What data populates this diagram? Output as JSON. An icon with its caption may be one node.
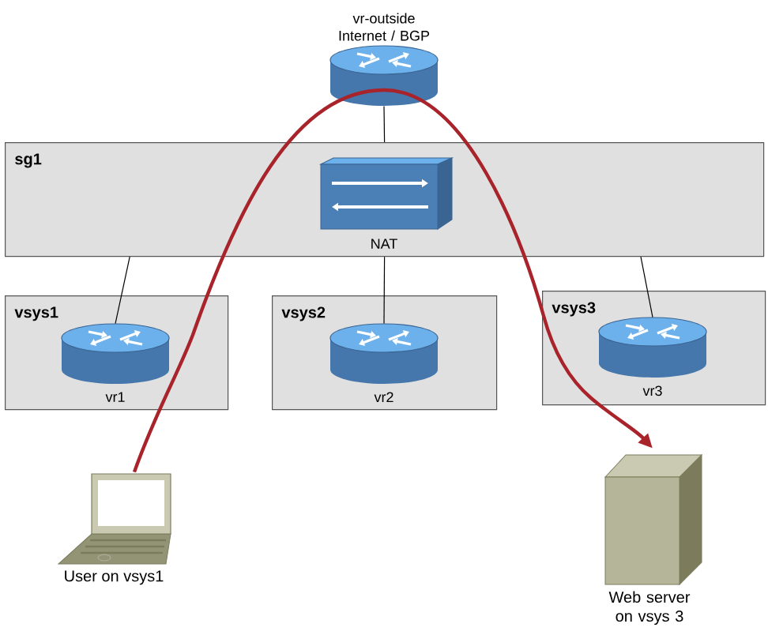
{
  "diagram": {
    "nodes": [
      {
        "text": [
          "vr-outside Internet / BGP"
        ]
      },
      {
        "text": [
          "sg1"
        ]
      },
      {
        "text": [
          "NAT"
        ],
        "in": 1
      },
      {
        "text": [
          "vsys1"
        ]
      },
      {
        "text": [
          "vr1"
        ],
        "in": 3
      },
      {
        "text": [
          "vsys2"
        ]
      },
      {
        "text": [
          "vr2"
        ],
        "in": 5
      },
      {
        "text": [
          "vsys3"
        ]
      },
      {
        "text": [
          "vr3"
        ],
        "in": 7
      },
      {
        "text": [
          "User on vsys1"
        ]
      },
      {
        "text": [
          "Web server on vsys 3"
        ]
      }
    ],
    "edges": [
      {
        "from": 0,
        "to": 1,
        "arrow": "none"
      },
      {
        "from": 1,
        "to": 4,
        "arrow": "none"
      },
      {
        "from": 1,
        "to": 6,
        "arrow": "none"
      },
      {
        "from": 1,
        "to": 8,
        "arrow": "none"
      },
      {
        "from": 9,
        "to": 10,
        "arrow": "to",
        "style": "thick",
        "color": "#a8232a"
      }
    ]
  }
}
